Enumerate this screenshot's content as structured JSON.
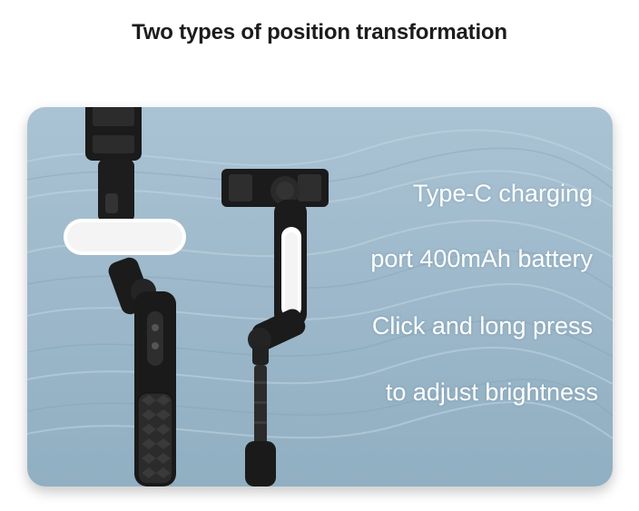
{
  "header": {
    "title": "Two types of position transformation"
  },
  "colors": {
    "background": "#ffffff",
    "stage": "#a3bdcf",
    "device_body": "#1b1b1b",
    "light_panel": "#ffffff",
    "callout_text": "#ffffff"
  },
  "devices": {
    "left": "stick-gimbal-horizontal-light",
    "right": "stick-gimbal-vertical-light"
  },
  "callouts": [
    "Type-C charging",
    "port 400mAh battery",
    "Click and long press",
    "to adjust brightness"
  ]
}
